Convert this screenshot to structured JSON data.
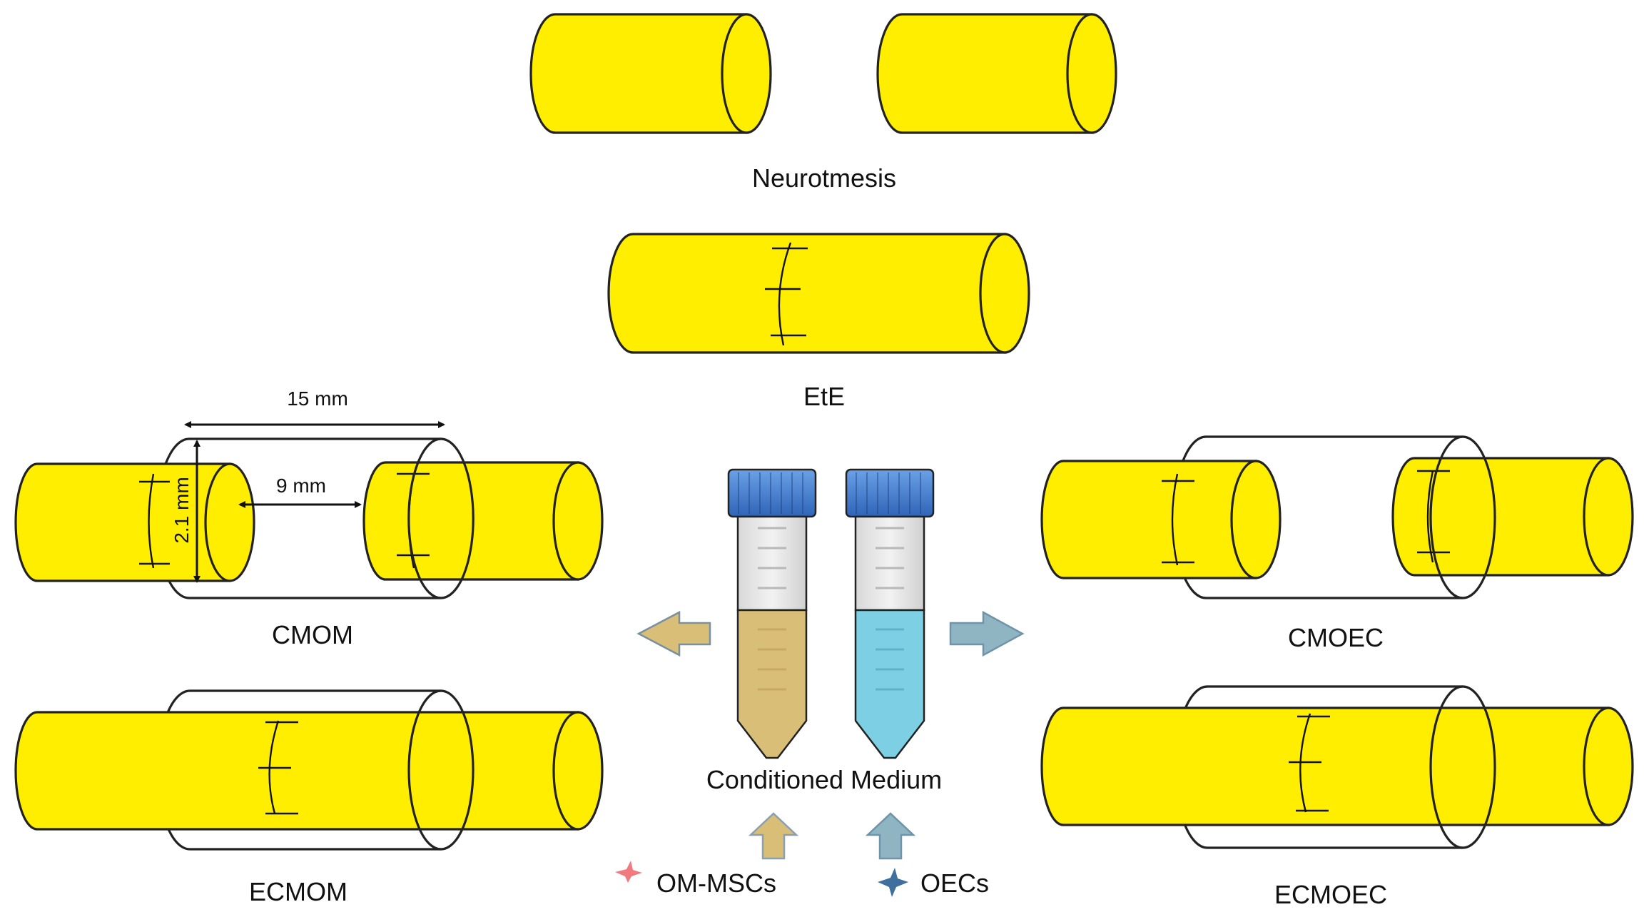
{
  "labels": {
    "neurotmesis": "Neurotmesis",
    "ete": "EtE",
    "cmom": "CMOM",
    "ecmom": "ECMOM",
    "cmoec": "CMOEC",
    "ecmoec": "ECMOEC",
    "conditioned_medium": "Conditioned Medium"
  },
  "dimensions": {
    "length": "15 mm",
    "gap": "9 mm",
    "diameter": "2.1 mm"
  },
  "cells": {
    "om_mscs": "OM-MSCs",
    "oecs": "OECs"
  },
  "colors": {
    "nerve": "#ffee00",
    "om_medium": "#d9be78",
    "oec_medium": "#7dcfe3",
    "tube_cap": "#4a7fd0",
    "om_arrow": "#d9be78",
    "oec_arrow": "#8fb4c2",
    "om_star": "#f07a80",
    "oec_star": "#3f6f9c"
  },
  "icons": {
    "tube_om": "falcon-tube-icon",
    "tube_oec": "falcon-tube-icon",
    "star_om": "cell-star-icon",
    "star_oec": "cell-star-icon"
  }
}
